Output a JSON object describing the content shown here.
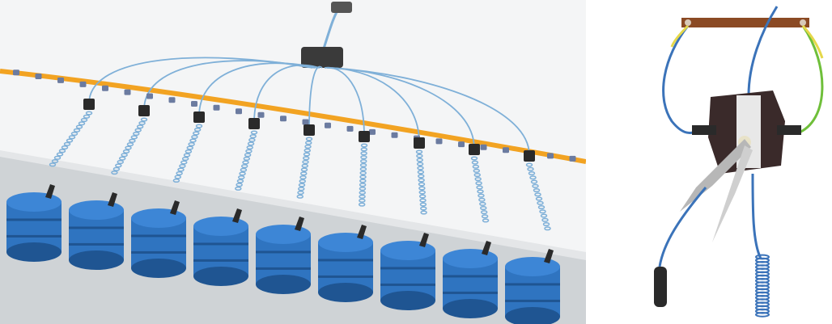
{
  "panels": {
    "scene": {
      "name": "drum-grounding-system-scene"
    },
    "detail": {
      "name": "grounding-clamp-detail"
    }
  },
  "colors": {
    "floor": "#cfd3d6",
    "wall": "#f2f3f4",
    "drum": "#2f74c0",
    "drum_dark": "#1f5592",
    "drum_top": "#3d86d6",
    "bus_bar": "#f2a322",
    "cable": "#7fb0d8",
    "clamp": "#2a2a2a",
    "hub": "#3a3a3a",
    "copper_bar": "#8b4a24",
    "green_cable": "#6fbf3a",
    "yellow_cable": "#e5d84a"
  },
  "counts": {
    "drums": 9
  }
}
